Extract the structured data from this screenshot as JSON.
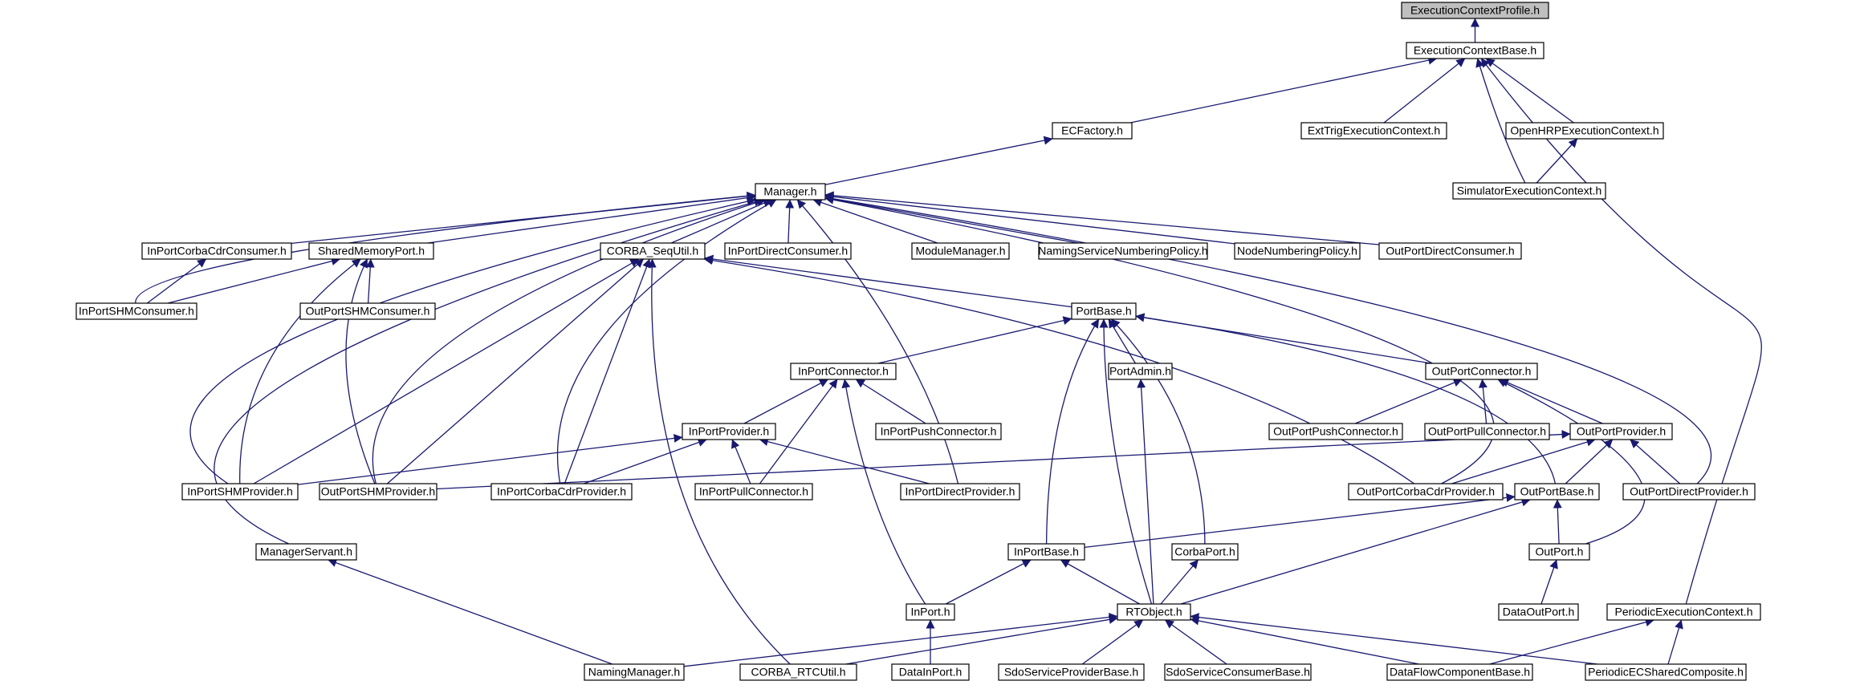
{
  "diagram": {
    "colors": {
      "edge": "#191970",
      "root_fill": "#bfbfbf",
      "node_fill": "#ffffff",
      "node_border": "#000000"
    },
    "root": "ExecutionContextProfile.h",
    "nodes": [
      {
        "id": "ecprofile",
        "label": "ExecutionContextProfile.h"
      },
      {
        "id": "ecbase",
        "label": "ExecutionContextBase.h"
      },
      {
        "id": "ecfactory",
        "label": "ECFactory.h"
      },
      {
        "id": "exttrig",
        "label": "ExtTrigExecutionContext.h"
      },
      {
        "id": "openhrp",
        "label": "OpenHRPExecutionContext.h"
      },
      {
        "id": "simulator",
        "label": "SimulatorExecutionContext.h"
      },
      {
        "id": "manager",
        "label": "Manager.h"
      },
      {
        "id": "inportcorbacdrconsumer",
        "label": "InPortCorbaCdrConsumer.h"
      },
      {
        "id": "sharedmemoryport",
        "label": "SharedMemoryPort.h"
      },
      {
        "id": "corbaseq",
        "label": "CORBA_SeqUtil.h"
      },
      {
        "id": "inportdirectconsumer",
        "label": "InPortDirectConsumer.h"
      },
      {
        "id": "modulemanager",
        "label": "ModuleManager.h"
      },
      {
        "id": "namingnumbering",
        "label": "NamingServiceNumberingPolicy.h"
      },
      {
        "id": "nodenumbering",
        "label": "NodeNumberingPolicy.h"
      },
      {
        "id": "outportdirectconsumer",
        "label": "OutPortDirectConsumer.h"
      },
      {
        "id": "inportshmconsumer",
        "label": "InPortSHMConsumer.h"
      },
      {
        "id": "outportshmconsumer",
        "label": "OutPortSHMConsumer.h"
      },
      {
        "id": "portbase",
        "label": "PortBase.h"
      },
      {
        "id": "inportconnector",
        "label": "InPortConnector.h"
      },
      {
        "id": "portadmin",
        "label": "PortAdmin.h"
      },
      {
        "id": "outportconnector",
        "label": "OutPortConnector.h"
      },
      {
        "id": "inportprovider",
        "label": "InPortProvider.h"
      },
      {
        "id": "inportpushconnector",
        "label": "InPortPushConnector.h"
      },
      {
        "id": "outportpushconnector",
        "label": "OutPortPushConnector.h"
      },
      {
        "id": "outportpullconnector",
        "label": "OutPortPullConnector.h"
      },
      {
        "id": "outportprovider",
        "label": "OutPortProvider.h"
      },
      {
        "id": "inportshmprovider",
        "label": "InPortSHMProvider.h"
      },
      {
        "id": "outportshmprovider",
        "label": "OutPortSHMProvider.h"
      },
      {
        "id": "inportcorbacdrprovider",
        "label": "InPortCorbaCdrProvider.h"
      },
      {
        "id": "inportpullconnector",
        "label": "InPortPullConnector.h"
      },
      {
        "id": "inportdirectprovider",
        "label": "InPortDirectProvider.h"
      },
      {
        "id": "outportcorbacdrprovider",
        "label": "OutPortCorbaCdrProvider.h"
      },
      {
        "id": "outportbase",
        "label": "OutPortBase.h"
      },
      {
        "id": "outportdirectprovider",
        "label": "OutPortDirectProvider.h"
      },
      {
        "id": "managerservant",
        "label": "ManagerServant.h"
      },
      {
        "id": "inportbase",
        "label": "InPortBase.h"
      },
      {
        "id": "corbaport",
        "label": "CorbaPort.h"
      },
      {
        "id": "outport",
        "label": "OutPort.h"
      },
      {
        "id": "inport",
        "label": "InPort.h"
      },
      {
        "id": "rtobject",
        "label": "RTObject.h"
      },
      {
        "id": "dataoutport",
        "label": "DataOutPort.h"
      },
      {
        "id": "periodicec",
        "label": "PeriodicExecutionContext.h"
      },
      {
        "id": "namingmanager",
        "label": "NamingManager.h"
      },
      {
        "id": "corbartcutil",
        "label": "CORBA_RTCUtil.h"
      },
      {
        "id": "datainport",
        "label": "DataInPort.h"
      },
      {
        "id": "sdoprovider",
        "label": "SdoServiceProviderBase.h"
      },
      {
        "id": "sdoconsumer",
        "label": "SdoServiceConsumerBase.h"
      },
      {
        "id": "dataflowcomponent",
        "label": "DataFlowComponentBase.h"
      },
      {
        "id": "periodicecshared",
        "label": "PeriodicECSharedComposite.h"
      }
    ],
    "edges": [
      [
        "ecbase",
        "ecprofile"
      ],
      [
        "ecfactory",
        "ecbase"
      ],
      [
        "exttrig",
        "ecbase"
      ],
      [
        "openhrp",
        "ecbase"
      ],
      [
        "simulator",
        "ecbase"
      ],
      [
        "periodicec",
        "ecbase"
      ],
      [
        "simulator",
        "openhrp"
      ],
      [
        "manager",
        "ecfactory"
      ],
      [
        "inportcorbacdrconsumer",
        "manager"
      ],
      [
        "sharedmemoryport",
        "manager"
      ],
      [
        "corbaseq",
        "manager"
      ],
      [
        "inportdirectconsumer",
        "manager"
      ],
      [
        "modulemanager",
        "manager"
      ],
      [
        "namingnumbering",
        "manager"
      ],
      [
        "nodenumbering",
        "manager"
      ],
      [
        "outportdirectconsumer",
        "manager"
      ],
      [
        "inportshmconsumer",
        "manager"
      ],
      [
        "inportshmprovider",
        "manager"
      ],
      [
        "outportshmprovider",
        "manager"
      ],
      [
        "inportcorbacdrprovider",
        "manager"
      ],
      [
        "inportdirectprovider",
        "manager"
      ],
      [
        "outportcorbacdrprovider",
        "manager"
      ],
      [
        "outportdirectprovider",
        "manager"
      ],
      [
        "managerservant",
        "manager"
      ],
      [
        "inportshmconsumer",
        "inportcorbacdrconsumer"
      ],
      [
        "inportshmconsumer",
        "sharedmemoryport"
      ],
      [
        "outportshmconsumer",
        "sharedmemoryport"
      ],
      [
        "inportshmprovider",
        "sharedmemoryport"
      ],
      [
        "outportshmprovider",
        "sharedmemoryport"
      ],
      [
        "portbase",
        "corbaseq"
      ],
      [
        "inportshmprovider",
        "corbaseq"
      ],
      [
        "outportshmprovider",
        "corbaseq"
      ],
      [
        "inportcorbacdrprovider",
        "corbaseq"
      ],
      [
        "corbartcutil",
        "corbaseq"
      ],
      [
        "outportcorbacdrprovider",
        "corbaseq"
      ],
      [
        "inportconnector",
        "portbase"
      ],
      [
        "portadmin",
        "portbase"
      ],
      [
        "outportconnector",
        "portbase"
      ],
      [
        "inportbase",
        "portbase"
      ],
      [
        "rtobject",
        "portbase"
      ],
      [
        "corbaport",
        "portbase"
      ],
      [
        "outportbase",
        "portbase"
      ],
      [
        "inportprovider",
        "inportconnector"
      ],
      [
        "inportpushconnector",
        "inportconnector"
      ],
      [
        "inportpullconnector",
        "inportconnector"
      ],
      [
        "inport",
        "inportconnector"
      ],
      [
        "rtobject",
        "portadmin"
      ],
      [
        "outportpushconnector",
        "outportconnector"
      ],
      [
        "outportpullconnector",
        "outportconnector"
      ],
      [
        "outportprovider",
        "outportconnector"
      ],
      [
        "outport",
        "outportconnector"
      ],
      [
        "inportshmprovider",
        "inportprovider"
      ],
      [
        "inportcorbacdrprovider",
        "inportprovider"
      ],
      [
        "inportpullconnector",
        "inportprovider"
      ],
      [
        "inportdirectprovider",
        "inportprovider"
      ],
      [
        "outportshmprovider",
        "outportprovider"
      ],
      [
        "outportcorbacdrprovider",
        "outportprovider"
      ],
      [
        "outportbase",
        "outportprovider"
      ],
      [
        "outportdirectprovider",
        "outportprovider"
      ],
      [
        "inportbase",
        "outportbase"
      ],
      [
        "outport",
        "outportbase"
      ],
      [
        "rtobject",
        "outportbase"
      ],
      [
        "namingmanager",
        "managerservant"
      ],
      [
        "inport",
        "inportbase"
      ],
      [
        "rtobject",
        "inportbase"
      ],
      [
        "rtobject",
        "corbaport"
      ],
      [
        "dataoutport",
        "outport"
      ],
      [
        "datainport",
        "inport"
      ],
      [
        "namingmanager",
        "rtobject"
      ],
      [
        "corbartcutil",
        "rtobject"
      ],
      [
        "sdoprovider",
        "rtobject"
      ],
      [
        "sdoconsumer",
        "rtobject"
      ],
      [
        "dataflowcomponent",
        "rtobject"
      ],
      [
        "periodicecshared",
        "rtobject"
      ],
      [
        "dataflowcomponent",
        "periodicec"
      ],
      [
        "periodicecshared",
        "periodicec"
      ]
    ]
  }
}
